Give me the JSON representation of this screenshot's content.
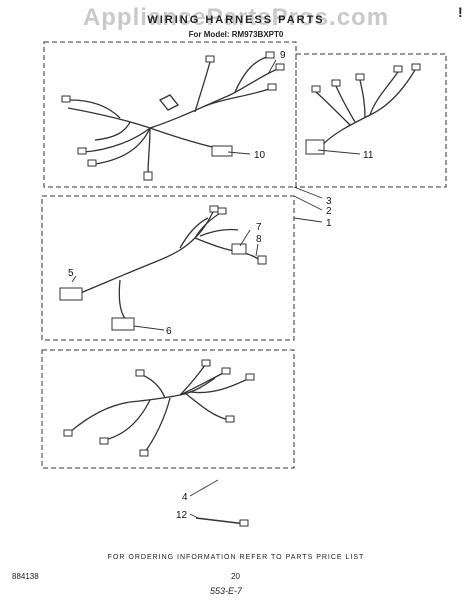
{
  "header": {
    "watermark": "AppliancePartsPros.com",
    "title": "WIRING HARNESS PARTS",
    "subtitle": "For Model: RM973BXPT0",
    "corner_mark": "!"
  },
  "callouts": {
    "c1": "1",
    "c2": "2",
    "c3": "3",
    "c4": "4",
    "c5": "5",
    "c6": "6",
    "c7": "7",
    "c8": "8",
    "c9": "9",
    "c10": "10",
    "c11": "11",
    "c12": "12"
  },
  "footer": {
    "note": "FOR ORDERING INFORMATION REFER TO PARTS PRICE LIST",
    "doc_number": "884138",
    "page_number": "20",
    "handwritten": "553-E-7"
  }
}
